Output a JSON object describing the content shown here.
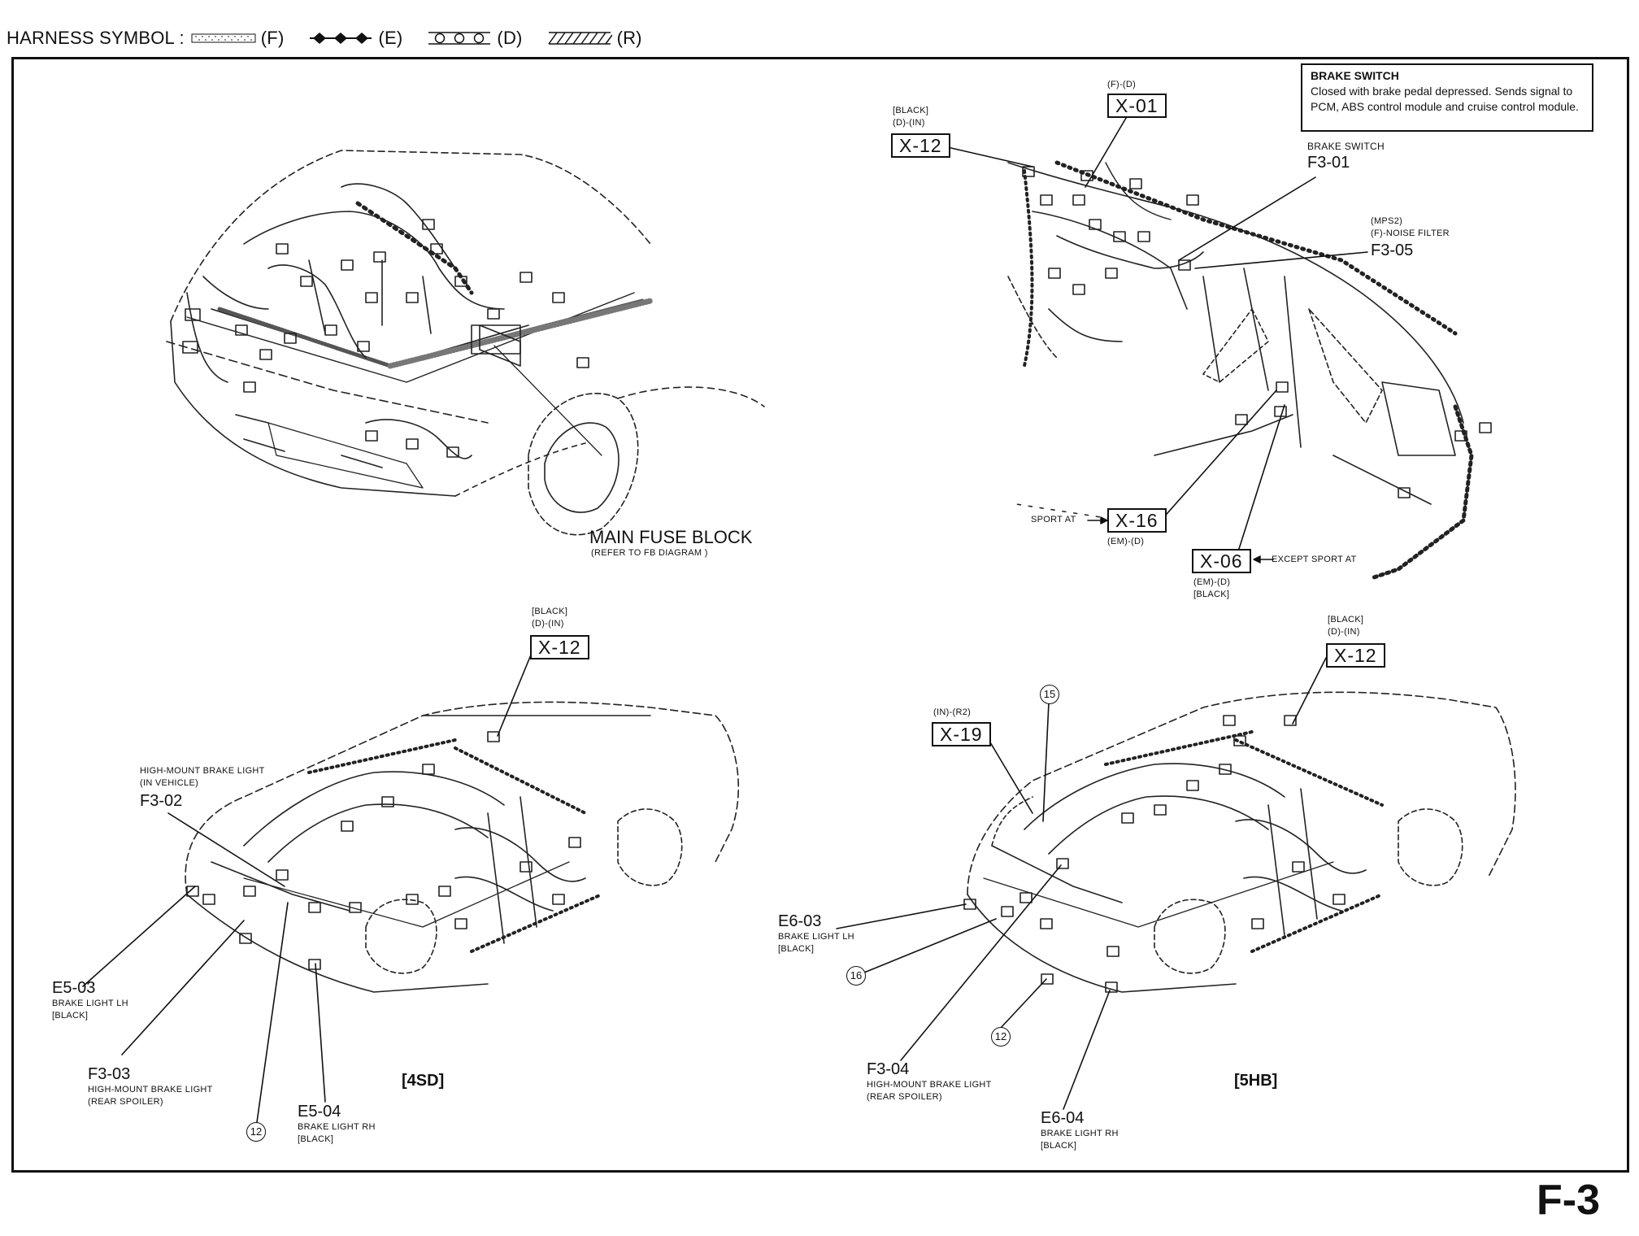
{
  "header": {
    "title": "HARNESS SYMBOL :",
    "symbols": [
      {
        "code": "(F)",
        "icon": "dotted-harness-icon"
      },
      {
        "code": "(E)",
        "icon": "diamond-harness-icon"
      },
      {
        "code": "(D)",
        "icon": "circle-harness-icon"
      },
      {
        "code": "(R)",
        "icon": "hatched-harness-icon"
      }
    ]
  },
  "brake_switch_note": {
    "title": "BRAKE SWITCH",
    "text": "Closed with brake pedal depressed. Sends signal to PCM, ABS control module and cruise control module."
  },
  "engine_view": {
    "main_fuse_block": "MAIN FUSE BLOCK",
    "main_fuse_block_note": "(REFER TO FB DIAGRAM )"
  },
  "dash_view": {
    "x01": {
      "spec": "(F)-(D)",
      "id": "X-01"
    },
    "x12": {
      "color": "[BLACK]",
      "spec": "(D)-(IN)",
      "id": "X-12"
    },
    "f301": {
      "name": "BRAKE SWITCH",
      "id": "F3-01"
    },
    "f305": {
      "spec1": "(MPS2)",
      "spec2": "(F)-NOISE FILTER",
      "id": "F3-05"
    },
    "x16": {
      "prefix": "SPORT AT",
      "id": "X-16",
      "spec": "(EM)-(D)"
    },
    "x06": {
      "id": "X-06",
      "suffix": "EXCEPT SPORT AT",
      "spec": "(EM)-(D)",
      "color": "[BLACK]"
    }
  },
  "sedan_view": {
    "label": "[4SD]",
    "x12": {
      "color": "[BLACK]",
      "spec": "(D)-(IN)",
      "id": "X-12"
    },
    "f302": {
      "name": "HIGH-MOUNT BRAKE LIGHT",
      "sub": "(IN VEHICLE)",
      "id": "F3-02"
    },
    "e503": {
      "id": "E5-03",
      "name": "BRAKE LIGHT LH",
      "color": "[BLACK]"
    },
    "f303": {
      "id": "F3-03",
      "name": "HIGH-MOUNT BRAKE LIGHT",
      "sub": "(REAR SPOILER)"
    },
    "e504": {
      "id": "E5-04",
      "name": "BRAKE LIGHT RH",
      "color": "[BLACK]"
    },
    "ground": "12"
  },
  "hatch_view": {
    "label": "[5HB]",
    "x12": {
      "color": "[BLACK]",
      "spec": "(D)-(IN)",
      "id": "X-12"
    },
    "x19": {
      "spec": "(IN)-(R2)",
      "id": "X-19"
    },
    "e603": {
      "id": "E6-03",
      "name": "BRAKE LIGHT LH",
      "color": "[BLACK]"
    },
    "f304": {
      "id": "F3-04",
      "name": "HIGH-MOUNT BRAKE LIGHT",
      "sub": "(REAR SPOILER)"
    },
    "e604": {
      "id": "E6-04",
      "name": "BRAKE LIGHT RH",
      "color": "[BLACK]"
    },
    "ground15": "15",
    "ground16": "16",
    "ground12": "12"
  },
  "page_number": "F-3"
}
